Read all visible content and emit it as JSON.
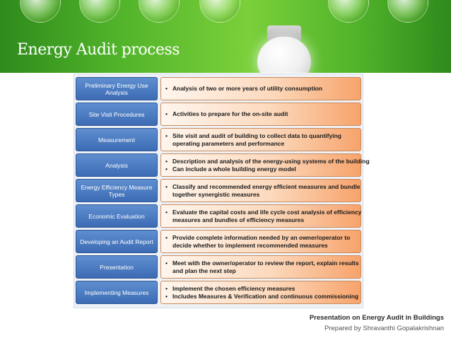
{
  "slide": {
    "title": "Energy Audit process"
  },
  "rows": [
    {
      "stage": "Preliminary Energy Use Analysis",
      "bullets": [
        "Analysis of two or more years of utility consumption"
      ]
    },
    {
      "stage": "Site Visit Procedures",
      "bullets": [
        "Activities to prepare for the on-site audit"
      ]
    },
    {
      "stage": "Measurement",
      "bullets": [
        "Site visit and audit of building to collect data to quantifying",
        "operating parameters and performance"
      ]
    },
    {
      "stage": "Analysis",
      "bullets": [
        "Description and analysis of the energy-using systems of the building",
        "Can include a whole building energy model"
      ]
    },
    {
      "stage": "Energy Efficiency Measure Types",
      "bullets": [
        "Classify and recommended energy efficient measures and bundle",
        "together synergistic measures"
      ]
    },
    {
      "stage": "Economic Evaluation",
      "bullets": [
        "Evaluate the capital costs and life cycle cost analysis of efficiency",
        "measures and bundles of efficiency measures"
      ]
    },
    {
      "stage": "Developing an Audit Report",
      "bullets": [
        "Provide complete information needed by an owner/operator to",
        "decide whether to implement recommended measures"
      ]
    },
    {
      "stage": "Presentation",
      "bullets": [
        "Meet with the owner/operator to review the report, explain results",
        "and plan the next step"
      ]
    },
    {
      "stage": "Implementing Measures",
      "bullets": [
        "Implement the chosen efficiency measures",
        "Includes Measures & Verification and continuous commissioning"
      ]
    }
  ],
  "footer": {
    "line1": "Presentation on Energy Audit in Buildings",
    "line2": "Prepared by Shravanthi Gopalakrishnan"
  },
  "colors": {
    "banner_green": "#4fb229",
    "stage_blue": "#3c6bb4",
    "desc_orange": "#f7a36b"
  }
}
